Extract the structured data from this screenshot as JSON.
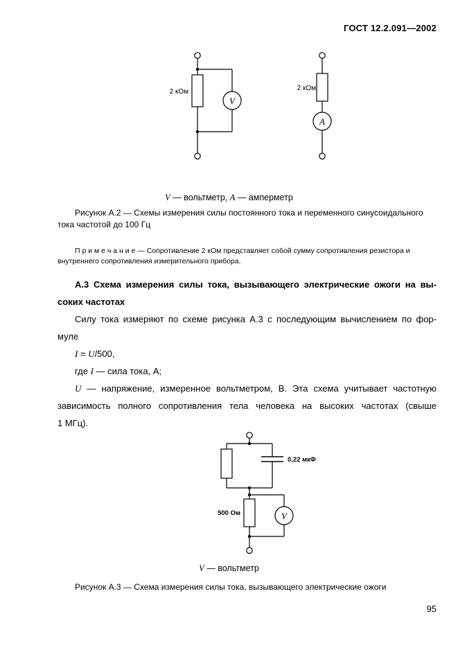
{
  "header": {
    "doc_number": "ГОСТ 12.2.091—2002"
  },
  "page_number": "95",
  "figure_a2": {
    "left": {
      "resistor_label": "2 кОм",
      "meter": "V"
    },
    "right": {
      "resistor_label": "2 кОм",
      "meter": "A"
    },
    "legend": {
      "v": "V",
      "sep1": " — вольтметр, ",
      "a": "A",
      "sep2": " — амперметр"
    },
    "caption_line1": "Рисунок А.2 — Схемы измерения силы постоянного тока и переменного синусоидального",
    "caption_line2": "тока частотой до 100 Гц"
  },
  "note": {
    "line1": "П р и м е ч а н и е — Сопротивление 2 кОм представляет собой сумму сопротивления резистора и",
    "line2": "внутреннего сопротивления измерительного прибора."
  },
  "section_a3": {
    "heading_line1": "А.3 Схема измерения силы тока, вызывающего электрические ожоги на вы-",
    "heading_line2": "соких частотах",
    "para1_line1": "Силу тока измеряют по схеме рисунка А.3 с последующим вычислением по фор-",
    "para1_line2": "муле",
    "formula": {
      "i": "I",
      "eq": " = ",
      "u": "U",
      "rest": "/500,"
    },
    "where": {
      "prefix": "где ",
      "i": "I",
      "rest": " — сила тока, А;"
    },
    "para2": {
      "u": "U",
      "line1_rest": " — напряжение, измеренное вольтметром, В. Эта схема учитывает частотную",
      "line2": "зависимость полного сопротивления тела человека на высоких частотах (свыше",
      "line3": "1 МГц)."
    }
  },
  "figure_a3": {
    "capacitor_label": "0,22 мкФ",
    "resistor_label": "500 Ом",
    "meter": "V",
    "legend": {
      "v": "V",
      "rest": " — вольтметр"
    },
    "caption": "Рисунок А.3 — Схема измерения силы тока, вызывающего электрические ожоги"
  }
}
